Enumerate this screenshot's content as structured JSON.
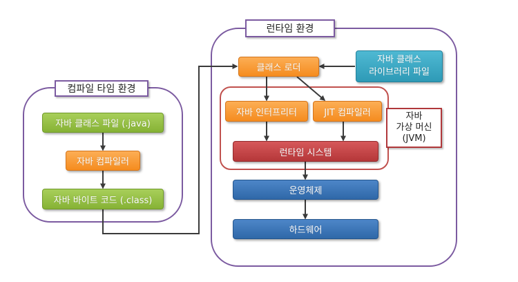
{
  "compile_env": {
    "title": "컴파일 타임 환경",
    "java_file": "자바 클래스 파일 (.java)",
    "compiler": "자바 컴파일러",
    "bytecode": "자바 바이트 코드 (.class)"
  },
  "runtime_env": {
    "title": "런타임 환경",
    "class_loader": "클래스 로더",
    "class_library_line1": "자바 클래스",
    "class_library_line2": "라이브러리 파일",
    "interpreter": "자바 인터프리터",
    "jit": "JIT 컴파일러",
    "jvm_line1": "자바",
    "jvm_line2": "가상 머신",
    "jvm_line3": "(JVM)",
    "runtime_system": "런타임 시스템",
    "os": "운영체제",
    "hardware": "하드웨어"
  },
  "colors": {
    "region_border": "#7b5aa0",
    "jvm_border": "#c0504d",
    "green": "#8dba3d",
    "orange": "#f7941d",
    "red": "#c0504d",
    "blue": "#3b76b8",
    "teal": "#31a2be"
  }
}
